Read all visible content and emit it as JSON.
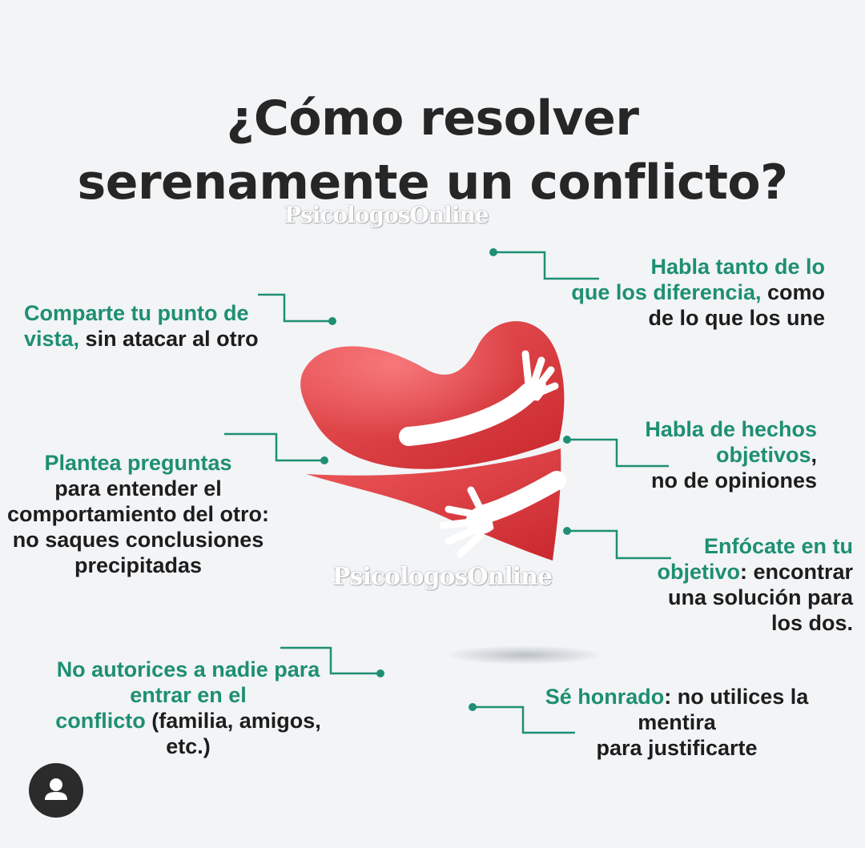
{
  "title": {
    "line1": "¿Cómo resolver",
    "line2": "serenamente un conflicto?"
  },
  "watermark": {
    "top": "PsicologosOnline",
    "middle": "PsicologosOnline"
  },
  "tips": {
    "tip1": {
      "line1": "Comparte tu punto de",
      "line2_green": "vista,",
      "line2_rest": " sin atacar al otro"
    },
    "tip2": {
      "line1": "Habla tanto de lo",
      "line2_green": "que los diferencia,",
      "line2_rest": " como",
      "line3": "de lo que los une"
    },
    "tip3": {
      "line1": "Habla de hechos",
      "line2_green": "objetivos",
      "line2_rest": ",",
      "line3": "no de opiniones"
    },
    "tip4": {
      "line1": "Plantea preguntas",
      "line2": "para entender el",
      "line3": "comportamiento del otro:",
      "line4": "no saques conclusiones",
      "line5": "precipitadas"
    },
    "tip5": {
      "line1": "Enfócate en tu",
      "line2_green": "objetivo",
      "line2_rest": ": encontrar",
      "line3": "una solución para",
      "line4": "los dos."
    },
    "tip6": {
      "line1": "No autorices a nadie para",
      "line2": "entrar en el",
      "line3_green": "conflicto",
      "line3_rest": " (familia, amigos,",
      "line4": "etc.)"
    },
    "tip7": {
      "line1_green": "Sé honrado",
      "line1_rest": ": no utilices la",
      "line2": "mentira",
      "line3": "para justificarte"
    }
  },
  "colors": {
    "accent_green": "#1e8f73",
    "heart_red": "#e0393e",
    "title_dark": "#262626",
    "background": "#f2f4f6"
  },
  "icons": {
    "heart": "hugging-heart-icon",
    "avatar": "user-avatar-icon"
  }
}
